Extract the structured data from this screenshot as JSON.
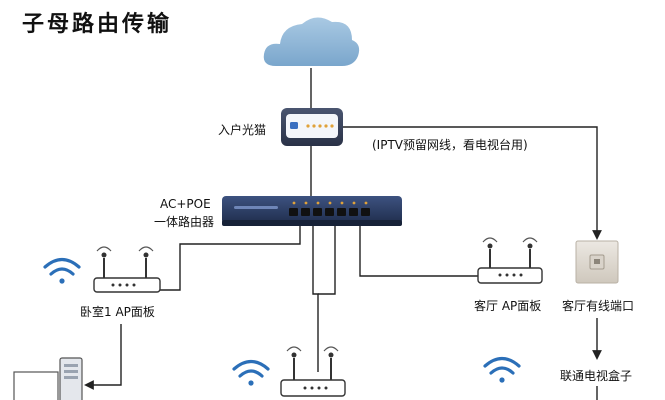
{
  "title": "子母路由传输",
  "nodes": {
    "modem": "入户光猫",
    "router_line1": "AC+POE",
    "router_line2": "一体路由器",
    "bedroom_ap": "卧室1 AP面板",
    "living_ap": "客厅 AP面板",
    "wired_port": "客厅有线端口",
    "tv_box": "联通电视盒子"
  },
  "annotations": {
    "iptv_line": "(IPTV预留网线，看电视台用)"
  },
  "colors": {
    "cloud": "#8fb6d6",
    "wifi": "#2b6fb8",
    "router_body": "#2c3e63",
    "line": "#222222",
    "led": "#e0a23a"
  }
}
